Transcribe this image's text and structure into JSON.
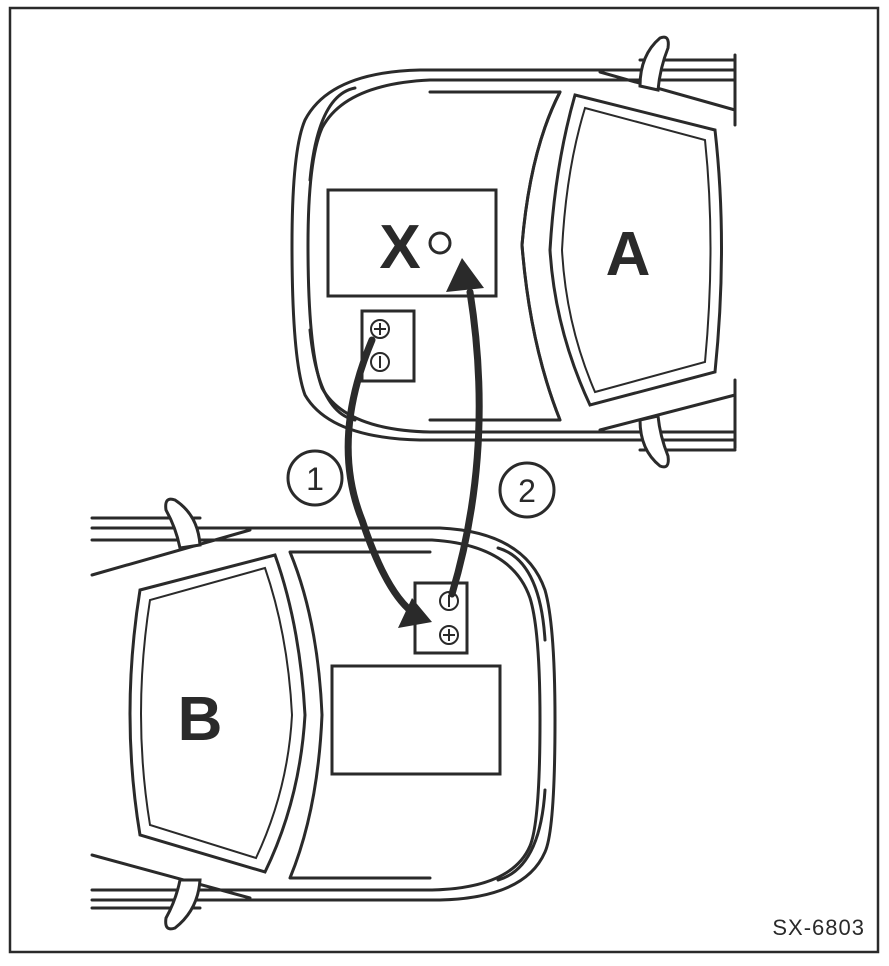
{
  "diagram": {
    "car_a_label": "A",
    "car_b_label": "B",
    "ground_point_label": "X",
    "step_1_label": "1",
    "step_2_label": "2",
    "figure_code": "SX-6803"
  },
  "colors": {
    "line": "#2a2a2a",
    "background": "#ffffff"
  }
}
